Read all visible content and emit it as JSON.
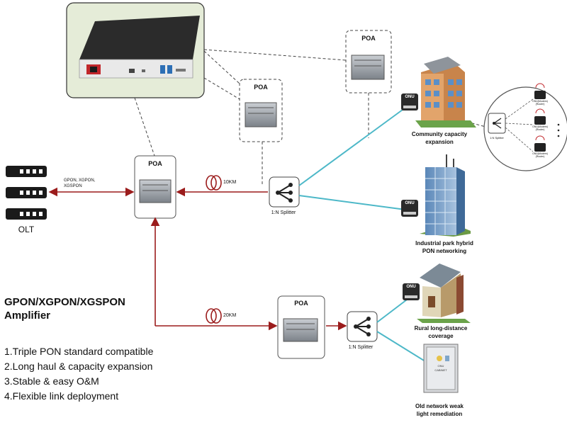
{
  "devices": {
    "poa_label": "POA",
    "olt_label": "OLT",
    "onu_label": "ONU",
    "pon_types": [
      "GPON, XGPON,",
      "XGSPON"
    ],
    "splitter_label": "1:N Splitter",
    "onu_cabinet_label": [
      "ONU",
      "CABINET"
    ],
    "modem_label": "ONU(Modem)",
    "router_label": "(Router)"
  },
  "links": {
    "distance_1": "10KM",
    "distance_2": "20KM"
  },
  "scenarios": [
    {
      "line1": "Community capacity",
      "line2": "expansion"
    },
    {
      "line1": "Industrial park hybrid",
      "line2": "PON networking"
    },
    {
      "line1": "Rural long-distance",
      "line2": "coverage"
    },
    {
      "line1": "Old network weak",
      "line2": "light remediation"
    }
  ],
  "product": {
    "title_line1": "GPON/XGPON/XGSPON",
    "title_line2": "Amplifier",
    "features": [
      "1.Triple PON standard compatible",
      "2.Long haul & capacity expansion",
      "3.Stable & easy O&M",
      "4.Flexible link deployment"
    ]
  },
  "colors": {
    "fiber_red": "#9b1c1c",
    "fiber_cyan": "#4db8c8",
    "photo_frame_bg": "#e5ecd8",
    "device_dark": "#2a2a2a"
  }
}
